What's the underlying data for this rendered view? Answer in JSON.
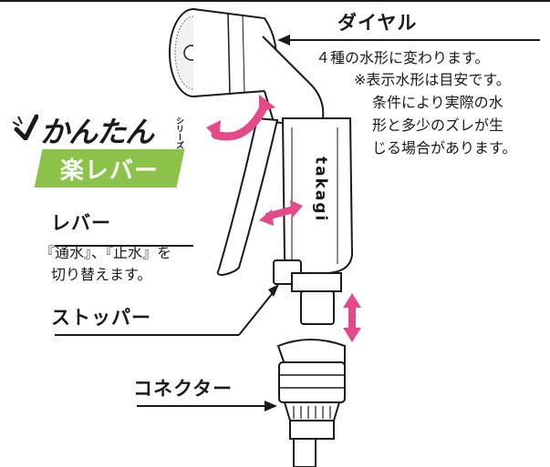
{
  "labels": {
    "dial_title": "ダイヤル",
    "dial_desc_1": "４種の水形に変わります。",
    "dial_desc_2": "※表示水形は目安です。",
    "dial_desc_3": "条件により実際の水",
    "dial_desc_4": "形と多少のズレが生",
    "dial_desc_5": "じる場合があります。",
    "lever_title": "レバー",
    "lever_desc_1": "『通水』、『止水』を",
    "lever_desc_2": "切り替えます。",
    "stopper_title": "ストッパー",
    "connector_title": "コネクター"
  },
  "brand": {
    "main": "かんたん",
    "series": "シリーズ",
    "sub": "楽レバー",
    "logo_text": "takagi"
  },
  "colors": {
    "arrow_pink": "#e4498a",
    "brand_green": "#8bc34a",
    "line": "#1a1a1a"
  }
}
